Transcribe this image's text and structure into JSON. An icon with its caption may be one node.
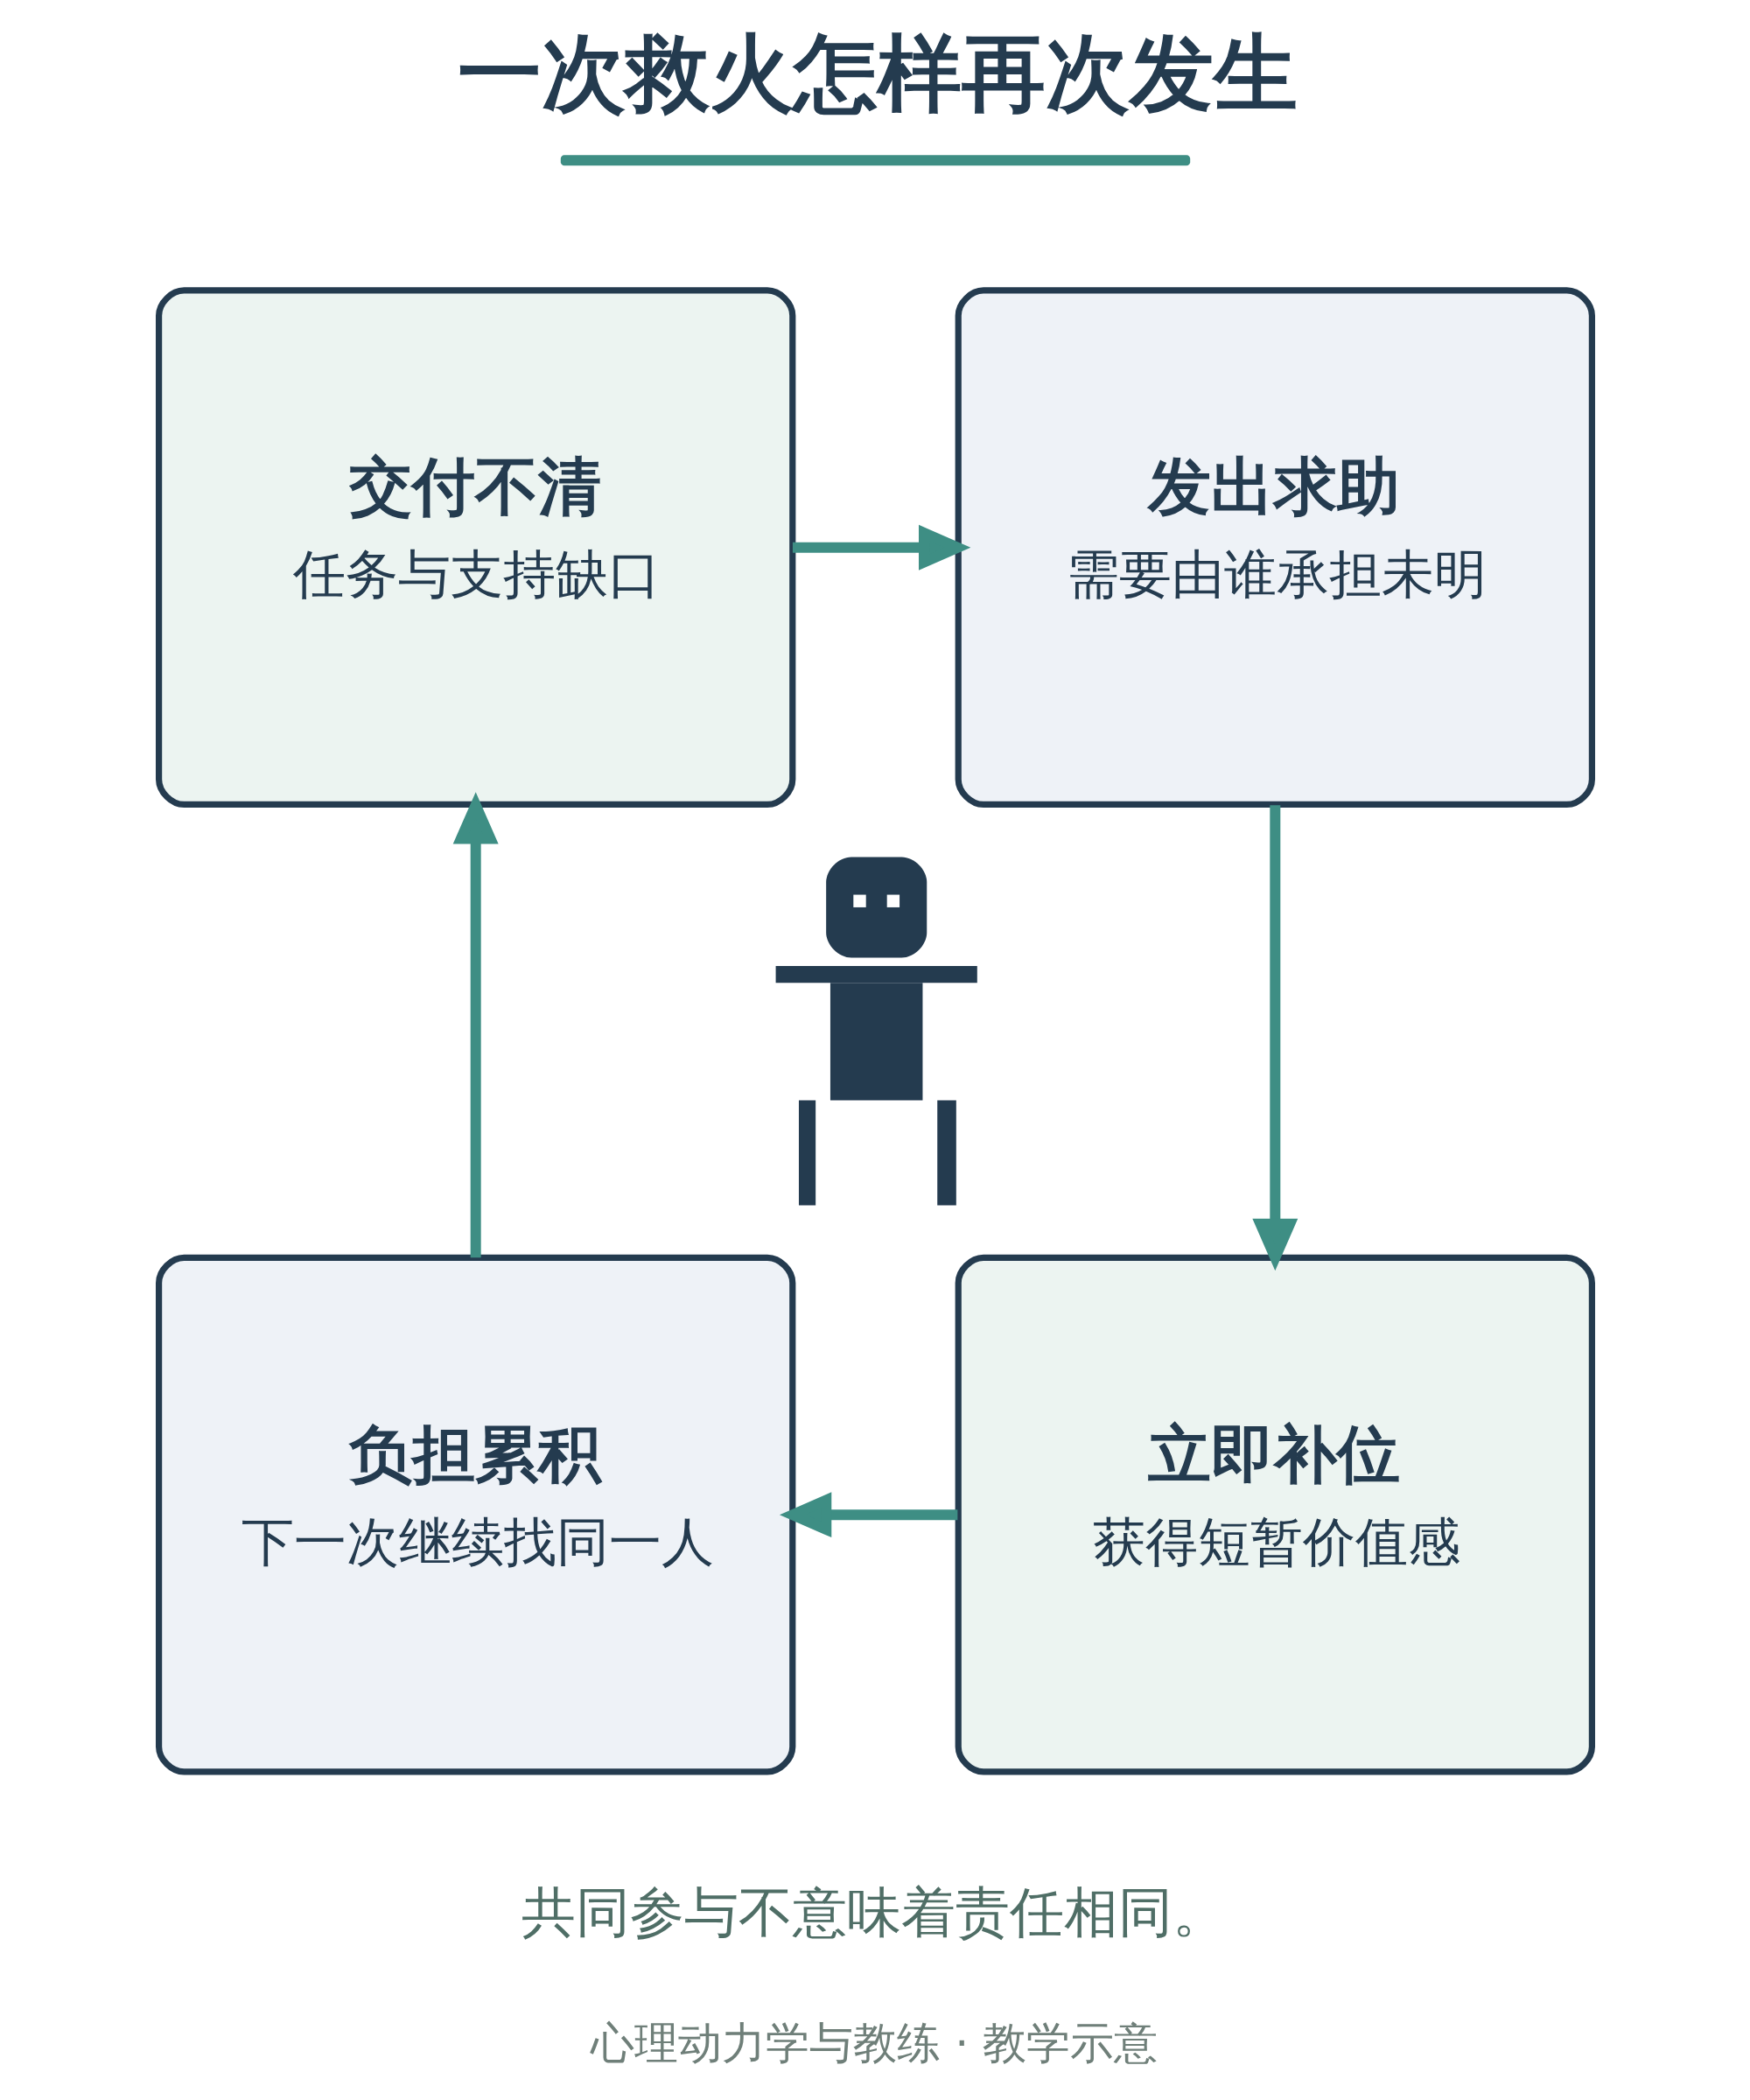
{
  "diagram": {
    "title": "一次救火怎样再次发生",
    "nodes": [
      {
        "text": [
          "交付不清",
          "任务与支持缺口"
        ]
      },
      {
        "text": [
          "发出求助",
          "需要由谁承担未明"
        ]
      },
      {
        "text": [],
        "shape": "person"
      },
      {
        "text": [
          "负担累积",
          "下一次继续找同一人"
        ]
      },
      {
        "text": [
          "立即补位",
          "获得短暂价值感"
        ]
      }
    ],
    "edges": [
      {
        "from": 0,
        "to": 1,
        "arrow": "to"
      },
      {
        "from": 1,
        "to": 4,
        "arrow": "to"
      },
      {
        "from": 4,
        "to": 3,
        "arrow": "to"
      },
      {
        "from": 3,
        "to": 0,
        "arrow": "to"
      }
    ],
    "labels": [
      "共同参与不意味着责任相同。",
      "心理动力学与教练 · 教学示意"
    ]
  }
}
